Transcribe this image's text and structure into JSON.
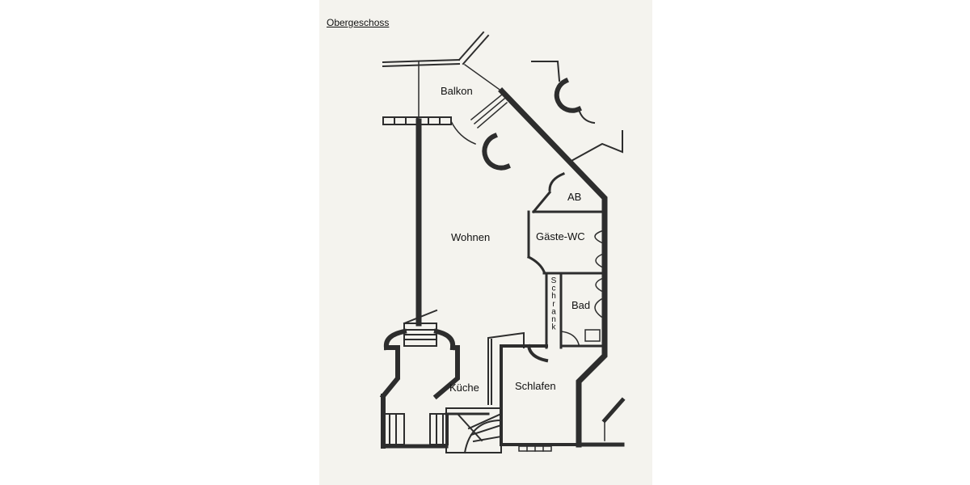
{
  "plan": {
    "title": "Obergeschoss",
    "rooms": {
      "balkon": "Balkon",
      "wohnen": "Wohnen",
      "ab": "AB",
      "gaeste_wc": "Gäste-WC",
      "bad": "Bad",
      "schrank": "Schrank",
      "kueche": "Küche",
      "schlafen": "Schlafen"
    }
  },
  "colors": {
    "paper": "#f4f3ee",
    "wall": "#2d2d2d"
  }
}
